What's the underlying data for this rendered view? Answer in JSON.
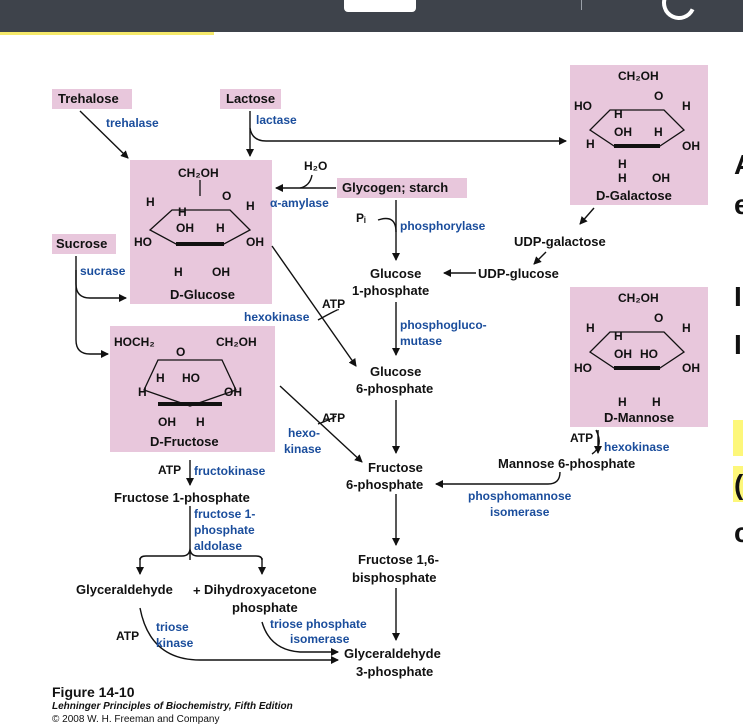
{
  "compounds": {
    "trehalose": "Trehalose",
    "lactose": "Lactose",
    "sucrose": "Sucrose",
    "glycogen": "Glycogen; starch",
    "glucose_1p": [
      "Glucose",
      "1-phosphate"
    ],
    "glucose_6p": [
      "Glucose",
      "6-phosphate"
    ],
    "fructose_6p": [
      "Fructose",
      "6-phosphate"
    ],
    "fructose_16bp": [
      "Fructose 1,6-",
      "bisphosphate"
    ],
    "g3p": [
      "Glyceraldehyde",
      "3-phosphate"
    ],
    "udp_galactose": "UDP-galactose",
    "udp_glucose": "UDP-glucose",
    "mannose_6p": "Mannose 6-phosphate",
    "fructose_1p": "Fructose 1-phosphate",
    "glyceraldehyde": "Glyceraldehyde",
    "plus": "+",
    "dhap": [
      "Dihydroxyacetone",
      "phosphate"
    ],
    "glucose": "D-Glucose",
    "galactose": "D-Galactose",
    "mannose": "D-Mannose",
    "fructose": "D-Fructose"
  },
  "enzymes": {
    "trehalase": "trehalase",
    "lactase": "lactase",
    "sucrase": "sucrase",
    "amylase": "α-amylase",
    "phosphorylase": "phosphorylase",
    "phosphoglucomutase": [
      "phosphogluco-",
      "mutase"
    ],
    "hexokinase_glc": "hexokinase",
    "hexokinase_fru": [
      "hexo-",
      "kinase"
    ],
    "hexokinase_man": "hexokinase",
    "fructokinase": "fructokinase",
    "aldolase": [
      "fructose 1-",
      "phosphate",
      "aldolase"
    ],
    "triose_kinase": [
      "triose",
      "kinase"
    ],
    "tpi": [
      "triose phosphate",
      "isomerase"
    ],
    "pmi": [
      "phosphomannose",
      "isomerase"
    ]
  },
  "cofactors": {
    "h2o": "H₂O",
    "pi": "Pᵢ",
    "atp": "ATP"
  },
  "structure_labels": {
    "ch2oh": "CH₂OH",
    "hoch2": "HOCH₂",
    "o": "O",
    "h": "H",
    "oh": "OH",
    "ho": "HO"
  },
  "side_text": [
    "A",
    "e",
    "I",
    "I",
    "(",
    "c"
  ],
  "caption": {
    "figure": "Figure 14-10",
    "book": "Lehninger Principles of Biochemistry, Fifth Edition",
    "copyright": "© 2008 W. H. Freeman and Company"
  },
  "colors": {
    "box_fill": "#e8c7dc",
    "enzyme_text": "#1a4d9c",
    "highlight": "#fdf77a",
    "topbar": "#3e434b"
  }
}
